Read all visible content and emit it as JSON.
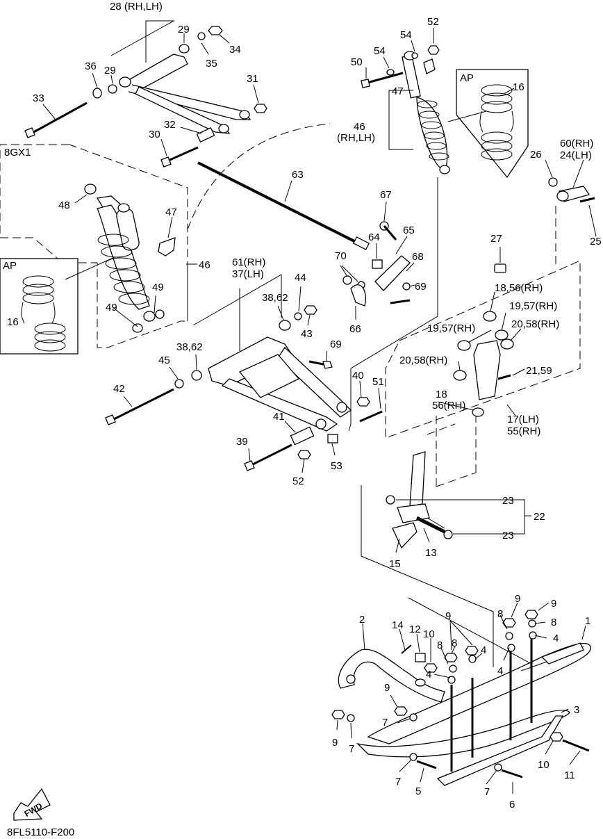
{
  "diagram": {
    "code": "8FL5110-F200",
    "fwd_label": "FWD",
    "labels": [
      {
        "id": "l28",
        "text": "28 (RH,LH)"
      },
      {
        "id": "l29a",
        "text": "29"
      },
      {
        "id": "l35",
        "text": "35"
      },
      {
        "id": "l34",
        "text": "34"
      },
      {
        "id": "l36",
        "text": "36"
      },
      {
        "id": "l29b",
        "text": "29"
      },
      {
        "id": "l31",
        "text": "31"
      },
      {
        "id": "l33",
        "text": "33"
      },
      {
        "id": "l32",
        "text": "32"
      },
      {
        "id": "l30",
        "text": "30"
      },
      {
        "id": "l8gx1",
        "text": "8GX1"
      },
      {
        "id": "l52a",
        "text": "52"
      },
      {
        "id": "l54a",
        "text": "54"
      },
      {
        "id": "l54b",
        "text": "54"
      },
      {
        "id": "l50",
        "text": "50"
      },
      {
        "id": "l47a",
        "text": "47"
      },
      {
        "id": "l46a",
        "text": "46"
      },
      {
        "id": "l46rhlh",
        "text": "(RH,LH)"
      },
      {
        "id": "lap1",
        "text": "AP"
      },
      {
        "id": "l16a",
        "text": "16"
      },
      {
        "id": "l26",
        "text": "26"
      },
      {
        "id": "l60",
        "text": "60(RH)"
      },
      {
        "id": "l24",
        "text": "24(LH)"
      },
      {
        "id": "l25",
        "text": "25"
      },
      {
        "id": "l63",
        "text": "63"
      },
      {
        "id": "l48",
        "text": "48"
      },
      {
        "id": "l47b",
        "text": "47"
      },
      {
        "id": "l67",
        "text": "67"
      },
      {
        "id": "l65",
        "text": "65"
      },
      {
        "id": "l64",
        "text": "64"
      },
      {
        "id": "l68",
        "text": "68"
      },
      {
        "id": "l70",
        "text": "70"
      },
      {
        "id": "l69a",
        "text": "69"
      },
      {
        "id": "l66",
        "text": "66"
      },
      {
        "id": "l27",
        "text": "27"
      },
      {
        "id": "lap2",
        "text": "AP"
      },
      {
        "id": "l46b",
        "text": "46"
      },
      {
        "id": "l49a",
        "text": "49"
      },
      {
        "id": "l49b",
        "text": "49"
      },
      {
        "id": "l16b",
        "text": "16"
      },
      {
        "id": "l61",
        "text": "61(RH)"
      },
      {
        "id": "l37",
        "text": "37(LH)"
      },
      {
        "id": "l44",
        "text": "44"
      },
      {
        "id": "l3862a",
        "text": "38,62"
      },
      {
        "id": "l43",
        "text": "43"
      },
      {
        "id": "l18_56",
        "text": "18,56(RH)"
      },
      {
        "id": "l19_57a",
        "text": "19,57(RH)"
      },
      {
        "id": "l19_57b",
        "text": "19,57(RH)"
      },
      {
        "id": "l20_58a",
        "text": "20,58(RH)"
      },
      {
        "id": "l20_58b",
        "text": "20,58(RH)"
      },
      {
        "id": "l3862b",
        "text": "38,62"
      },
      {
        "id": "l69b",
        "text": "69"
      },
      {
        "id": "l45",
        "text": "45"
      },
      {
        "id": "l21_59",
        "text": "21,59"
      },
      {
        "id": "l40",
        "text": "40"
      },
      {
        "id": "l51",
        "text": "51"
      },
      {
        "id": "l18",
        "text": "18"
      },
      {
        "id": "l56",
        "text": "56(RH)"
      },
      {
        "id": "l42",
        "text": "42"
      },
      {
        "id": "l17",
        "text": "17(LH)"
      },
      {
        "id": "l55",
        "text": "55(RH)"
      },
      {
        "id": "l41",
        "text": "41"
      },
      {
        "id": "l39",
        "text": "39"
      },
      {
        "id": "l52b",
        "text": "52"
      },
      {
        "id": "l53",
        "text": "53"
      },
      {
        "id": "l23a",
        "text": "23"
      },
      {
        "id": "l22",
        "text": "22"
      },
      {
        "id": "l23b",
        "text": "23"
      },
      {
        "id": "l13",
        "text": "13"
      },
      {
        "id": "l15",
        "text": "15"
      },
      {
        "id": "l9a",
        "text": "9"
      },
      {
        "id": "l9b",
        "text": "9"
      },
      {
        "id": "l8a",
        "text": "8"
      },
      {
        "id": "l8b",
        "text": "8"
      },
      {
        "id": "l1",
        "text": "1"
      },
      {
        "id": "l4a",
        "text": "4"
      },
      {
        "id": "l2",
        "text": "2"
      },
      {
        "id": "l14",
        "text": "14"
      },
      {
        "id": "l12",
        "text": "12"
      },
      {
        "id": "l10a",
        "text": "10"
      },
      {
        "id": "l9c",
        "text": "9"
      },
      {
        "id": "l8c",
        "text": "8"
      },
      {
        "id": "l8d",
        "text": "8"
      },
      {
        "id": "l4b",
        "text": "4"
      },
      {
        "id": "l4c",
        "text": "4"
      },
      {
        "id": "l4d",
        "text": "4"
      },
      {
        "id": "l9d",
        "text": "9"
      },
      {
        "id": "l7a",
        "text": "7"
      },
      {
        "id": "l3",
        "text": "3"
      },
      {
        "id": "l9e",
        "text": "9"
      },
      {
        "id": "l7b",
        "text": "7"
      },
      {
        "id": "l10b",
        "text": "10"
      },
      {
        "id": "l11",
        "text": "11"
      },
      {
        "id": "l7c",
        "text": "7"
      },
      {
        "id": "l5",
        "text": "5"
      },
      {
        "id": "l7d",
        "text": "7"
      },
      {
        "id": "l6",
        "text": "6"
      }
    ]
  }
}
